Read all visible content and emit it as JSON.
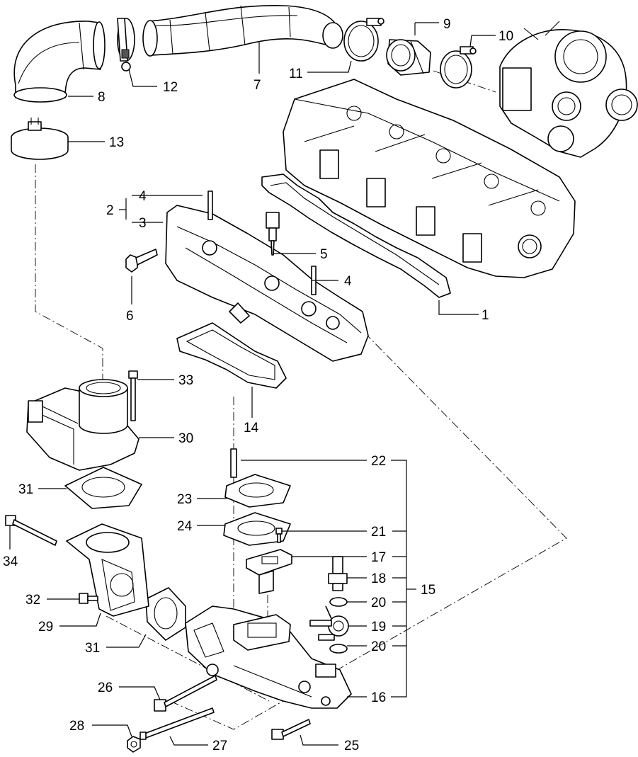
{
  "callouts": [
    {
      "id": "c1",
      "label": "1"
    },
    {
      "id": "c2",
      "label": "2"
    },
    {
      "id": "c3",
      "label": "3"
    },
    {
      "id": "c4a",
      "label": "4"
    },
    {
      "id": "c4b",
      "label": "4"
    },
    {
      "id": "c5",
      "label": "5"
    },
    {
      "id": "c6",
      "label": "6"
    },
    {
      "id": "c7",
      "label": "7"
    },
    {
      "id": "c8",
      "label": "8"
    },
    {
      "id": "c9",
      "label": "9"
    },
    {
      "id": "c10",
      "label": "10"
    },
    {
      "id": "c11",
      "label": "11"
    },
    {
      "id": "c12",
      "label": "12"
    },
    {
      "id": "c13",
      "label": "13"
    },
    {
      "id": "c14",
      "label": "14"
    },
    {
      "id": "c15",
      "label": "15"
    },
    {
      "id": "c16",
      "label": "16"
    },
    {
      "id": "c17",
      "label": "17"
    },
    {
      "id": "c18",
      "label": "18"
    },
    {
      "id": "c19",
      "label": "19"
    },
    {
      "id": "c20a",
      "label": "20"
    },
    {
      "id": "c20b",
      "label": "20"
    },
    {
      "id": "c21",
      "label": "21"
    },
    {
      "id": "c22",
      "label": "22"
    },
    {
      "id": "c23",
      "label": "23"
    },
    {
      "id": "c24",
      "label": "24"
    },
    {
      "id": "c25",
      "label": "25"
    },
    {
      "id": "c26",
      "label": "26"
    },
    {
      "id": "c27",
      "label": "27"
    },
    {
      "id": "c28",
      "label": "28"
    },
    {
      "id": "c29",
      "label": "29"
    },
    {
      "id": "c30",
      "label": "30"
    },
    {
      "id": "c31a",
      "label": "31"
    },
    {
      "id": "c31b",
      "label": "31"
    },
    {
      "id": "c32",
      "label": "32"
    },
    {
      "id": "c33",
      "label": "33"
    },
    {
      "id": "c34",
      "label": "34"
    }
  ]
}
